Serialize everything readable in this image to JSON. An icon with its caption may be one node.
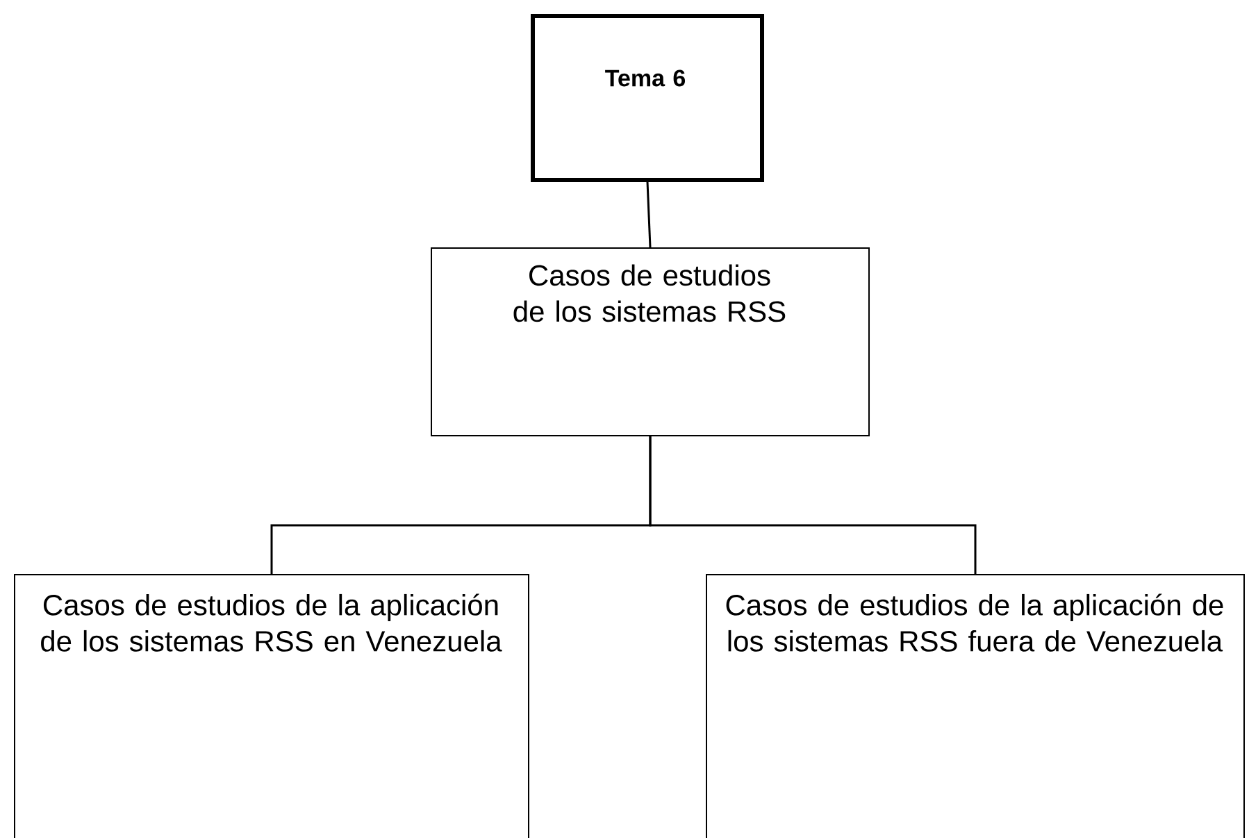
{
  "diagram": {
    "nodes": [
      {
        "text": [
          "Tema 6"
        ]
      },
      {
        "text": [
          "Casos de estudios de los sistemas RSS"
        ]
      },
      {
        "text": [
          "Casos de estudios de la aplicación de los sistemas RSS en Venezuela"
        ]
      },
      {
        "text": [
          "Casos de estudios de la aplicación de los sistemas RSS fuera de Venezuela"
        ]
      }
    ],
    "edges": [
      {
        "from": 0,
        "to": 1,
        "arrow": "none"
      },
      {
        "from": 1,
        "to": 2,
        "arrow": "none"
      },
      {
        "from": 1,
        "to": 3,
        "arrow": "none"
      }
    ]
  }
}
